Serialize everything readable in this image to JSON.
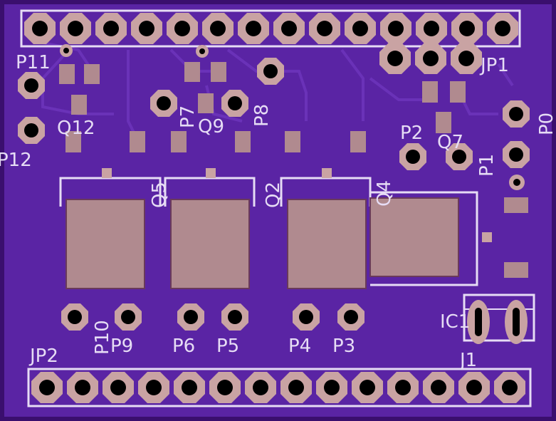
{
  "board": {
    "background": "#4a1a8c",
    "copper_fill": "#5a24a4",
    "trace": "#6a32b8",
    "pad": "#b08a8f",
    "pad_ring": "#c9a3a3",
    "silk": "#e6dcf5"
  },
  "labels": {
    "p11": "P11",
    "p12": "P12",
    "q12": "Q12",
    "p7": "P7",
    "q9": "Q9",
    "p8": "P8",
    "jp1": "JP1",
    "p2": "P2",
    "q7": "Q7",
    "p1": "P1",
    "p0": "P0",
    "q5": "Q5",
    "q2": "Q2",
    "q4": "Q4",
    "p10": "P10",
    "p9": "P9",
    "p6": "P6",
    "p5": "P5",
    "p4": "P4",
    "p3": "P3",
    "ic1": "IC1",
    "j1": "J1",
    "jp2": "JP2"
  }
}
